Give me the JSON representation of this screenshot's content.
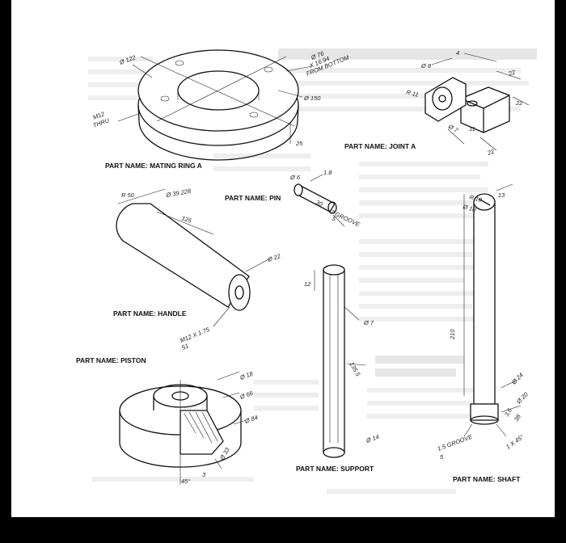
{
  "colors": {
    "frame": "#000000",
    "sheet": "#ffffff",
    "ink": "#111111",
    "ghost_text": "#d4d4d4"
  },
  "parts": {
    "mating_ring": "PART NAME: MATING RING A",
    "joint": "PART NAME: JOINT A",
    "pin": "PART NAME: PIN",
    "handle": "PART NAME: HANDLE",
    "piston": "PART NAME: PISTON",
    "support": "PART NAME: SUPPORT",
    "shaft": "PART NAME: SHAFT"
  },
  "dims": {
    "ring_d122": "Ø 122",
    "ring_d76": "Ø 76",
    "ring_x16": "X 16 94",
    "ring_from_bottom": "FROM BOTTOM",
    "ring_d150": "Ø 150",
    "ring_m12": "M12",
    "ring_thru": "THRU",
    "ring_25": "25",
    "joint_d8": "Ø 8",
    "joint_r11": "R 11",
    "joint_d7": "Ø 7",
    "joint_4": "4",
    "joint_11": "11",
    "joint_22a": "22",
    "joint_22b": "22",
    "joint_22c": "22",
    "pin_d6": "Ø 6",
    "pin_18": "1.8",
    "pin_30": "30",
    "pin_groove": "7 GROOVE",
    "pin_5": "5",
    "handle_d39": "Ø 39.228",
    "handle_r50": "R 50",
    "handle_125": "125",
    "handle_d22": "Ø 22",
    "handle_m12": "M12 X 1.75",
    "handle_51": "51",
    "shaft_r10": "R 10",
    "shaft_d10": "Ø 10",
    "shaft_13": "13",
    "support_12": "12",
    "support_d7": "Ø 7",
    "support_1355": "135.5",
    "support_d14": "Ø 14",
    "shaft_210": "210",
    "shaft_d24": "Ø 24",
    "shaft_d20": "Ø 20",
    "shaft_36": "3.6",
    "shaft_38": "38",
    "shaft_groove": "1.5 GROOVE",
    "shaft_t5": "5",
    "shaft_chamfer": "1 X 45°",
    "piston_d18": "Ø 18",
    "piston_d66": "Ø 66",
    "piston_d84": "Ø 84",
    "piston_d33": "Ø 33",
    "piston_3": "3",
    "piston_45": "45°"
  }
}
